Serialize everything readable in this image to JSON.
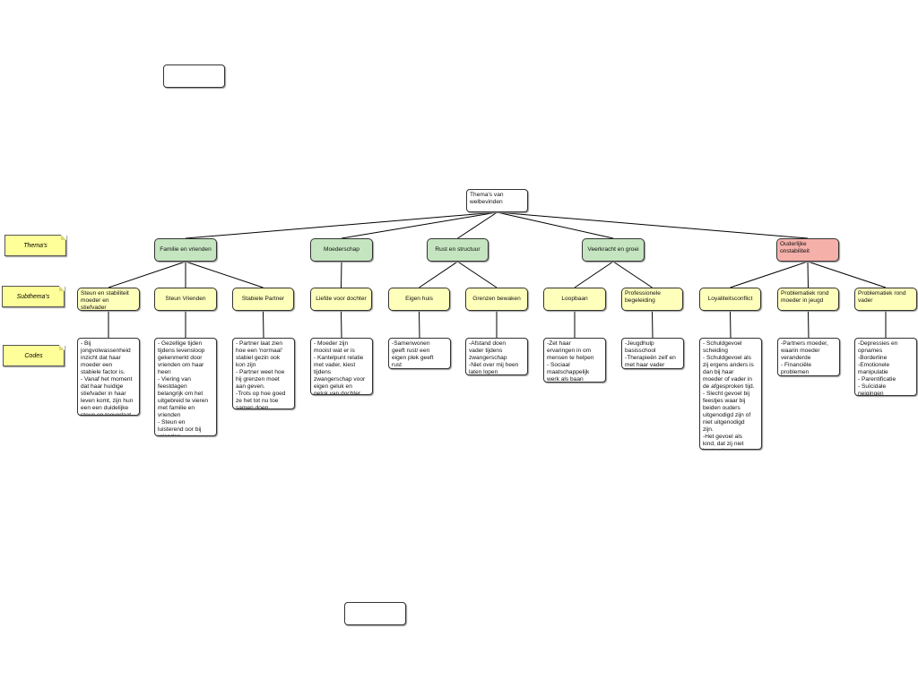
{
  "legend": {
    "themes": "Thema's",
    "subthemes": "Subthema's",
    "codes": "Codes"
  },
  "root": "Thema's van\nwelbevinden",
  "themes": [
    "Familie en vrienden",
    "Moederschap",
    "Rust en structuur",
    "Veerkracht en groei",
    "Ouderlijke\nonstabiliteit"
  ],
  "subthemes": [
    "Steun en stabiliteit\nmoeder en\nstiefvader",
    "Steun Vrienden",
    "Stabiele Partner",
    "Liefde voor dochter",
    "Eigen huis",
    "Grenzen bewaken",
    "Loopbaan",
    "Professionele\nbegeleiding",
    "Loyaliteitsconflict",
    "Problematiek rond\nmoeder in jeugd",
    "Problematiek rond\nvader"
  ],
  "codes": [
    "- Bij\njongvolwassenheid\ninzicht dat haar\nmoeder een\nstabiele factor is.\n- Vanaf het moment\ndat haar huidige\nstiefvader in haar\nleven komt, zijn hun\neen een duidelijke\nsteun en toeverlaat",
    "- Gezellige tijden\ntijdens levensloop\ngekenmerkt door\nvrienden om haar\nheen\n- Viering van\nfeestdagen\nbelangrijk om het\nuitgebreid te vieren\nmet familie en\nvrienden\n- Steun en\nluisterend oor bij\nvrienden",
    "- Partner laat zien\nhoe een 'normaal'\nstabiel gezin ook\nkon zijn\n- Partner weet hoe\nhij grenzen moet\naan geven.\n-Trots op hoe goed\nze het tot nu toe\nsamen doen.",
    "- Moeder zijn\nmooist wat er is\n- Kantelpunt relatie\nmet vader, kiest\ntijdens\nzwangerschap voor\neigen geluk en\ngeluk van dochter.",
    "-Samenwonen\ngeeft rust/ een\neigen plek geeft\nrust",
    "-Afstand doen\nvader tijdens\nzwangerschap\n-Niet over mij heen\nlaten lopen",
    "-Zet haar\nervaringen in om\nmensen te helpen\n- Sociaal\nmaatschappelijk\nwerk als baan",
    "-Jeugdhulp\nbasisschool\n-Therapieën zelf en\nmet haar vader",
    "- Schuldgevoel\nscheiding\n- Schuldgevoel als\nzij ergens anders is\ndan bij haar\nmoeder of vader in\nde afgesproken tijd.\n- Slecht gevoel bij\nfeestjes waar bij\nbeiden ouders\nuitgenodigd zijn of\nniet uitgenodigd\nzijn.\n-Het gevoel als\nkind, dat zij niet\nbestond",
    "-Partners moeder,\nwaarin moeder\nveranderde\n- Financiële\nproblemen",
    "-Depressies en\nopnames\n-Borderline\n-Emotionele\nmanipulatie\n- Parentificatie\n- Suïcidale\nneigingen"
  ],
  "colors": {
    "theme_fill": "#c5e5c0",
    "theme_alert_fill": "#f6b0aa",
    "subtheme_fill": "#ffffbc",
    "legend_fill": "#ffff99",
    "line": "#000000"
  }
}
